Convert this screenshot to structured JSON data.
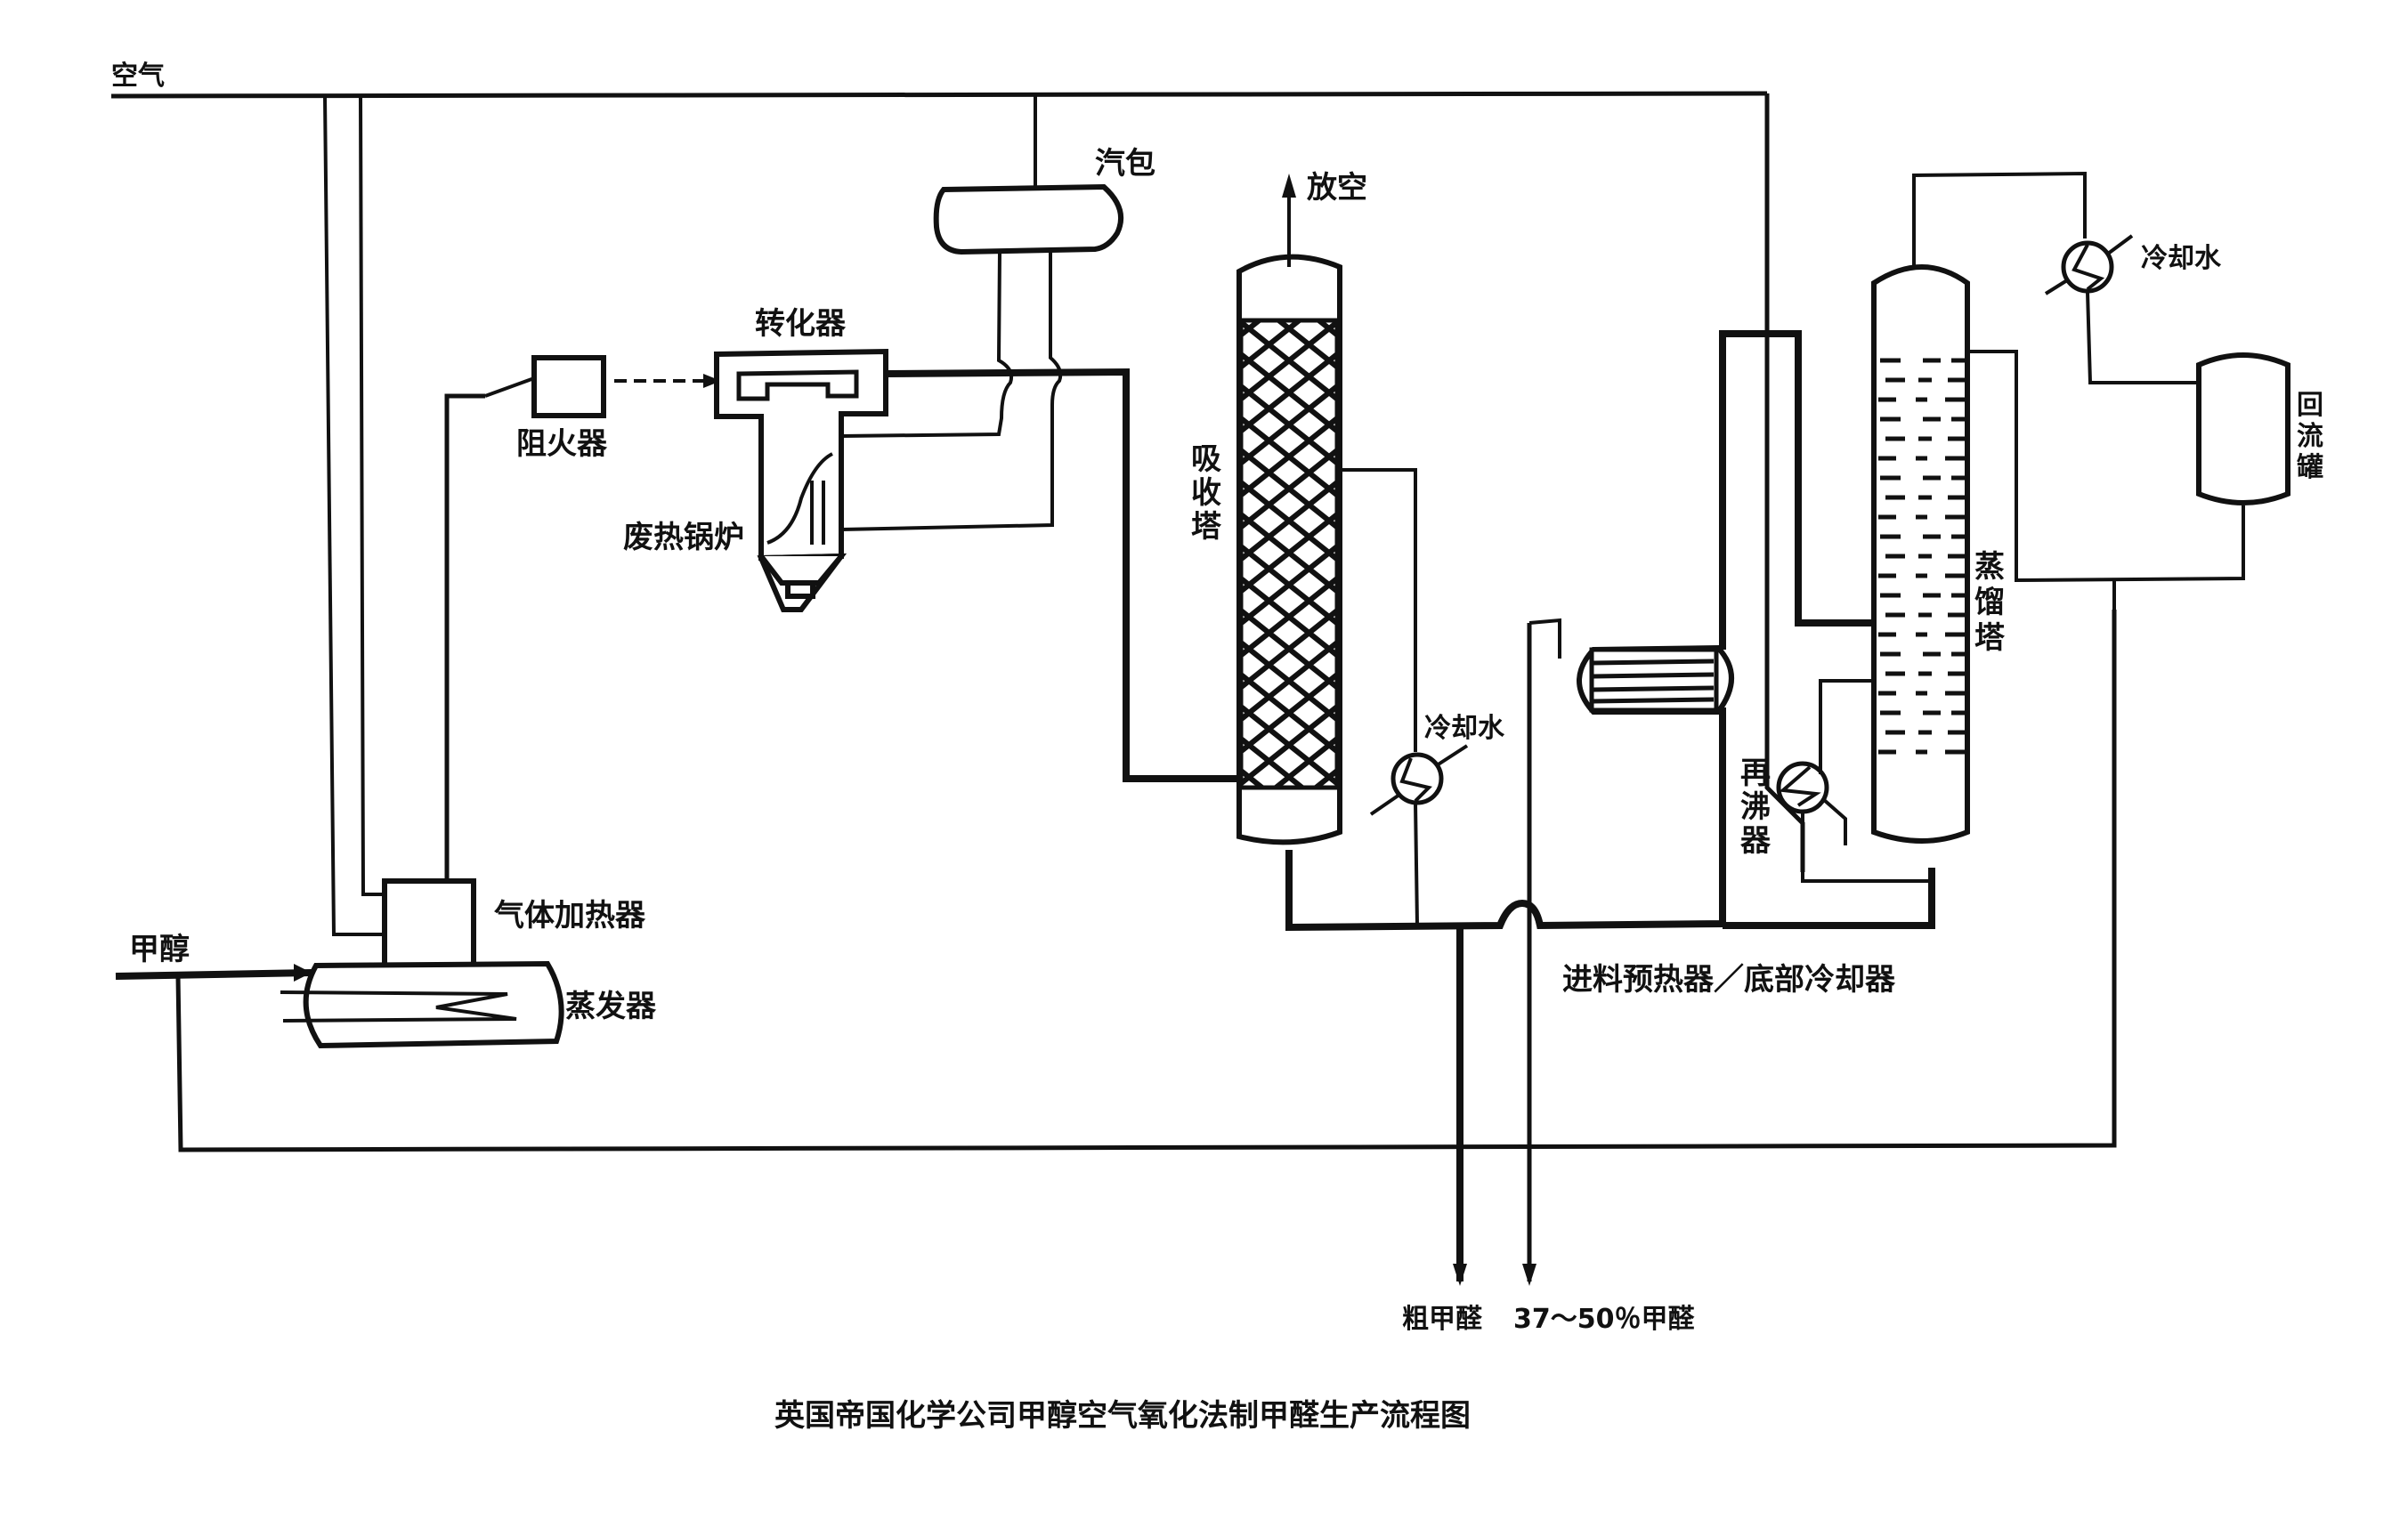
{
  "diagram": {
    "caption": "英国帝国化学公司甲醇空气氧化法制甲醛生产流程图",
    "top_left_label": "空气",
    "equipment": {
      "steam_drum": "汽包",
      "vent": "放空",
      "converter": "转化器",
      "flame_arrester": "阻火器",
      "waste_heat_boiler": "废热锅炉",
      "absorber": [
        "吸",
        "收",
        "塔"
      ],
      "gas_heater": "气体加热器",
      "evaporator": "蒸发器",
      "methanol_feed": "甲醇",
      "absorber_cooling_water": "冷却水",
      "preheater_cooler": "进料预热器／底部冷却器",
      "reboiler": [
        "再",
        "沸",
        "器"
      ],
      "distillation_tower": [
        "蒸",
        "馏",
        "塔"
      ],
      "condenser_cooling_water": "冷却水",
      "reflux_drum": [
        "回",
        "流",
        "罐"
      ],
      "crude_formaldehyde": "粗甲醛",
      "product_formaldehyde": "37～50％甲醛"
    }
  }
}
